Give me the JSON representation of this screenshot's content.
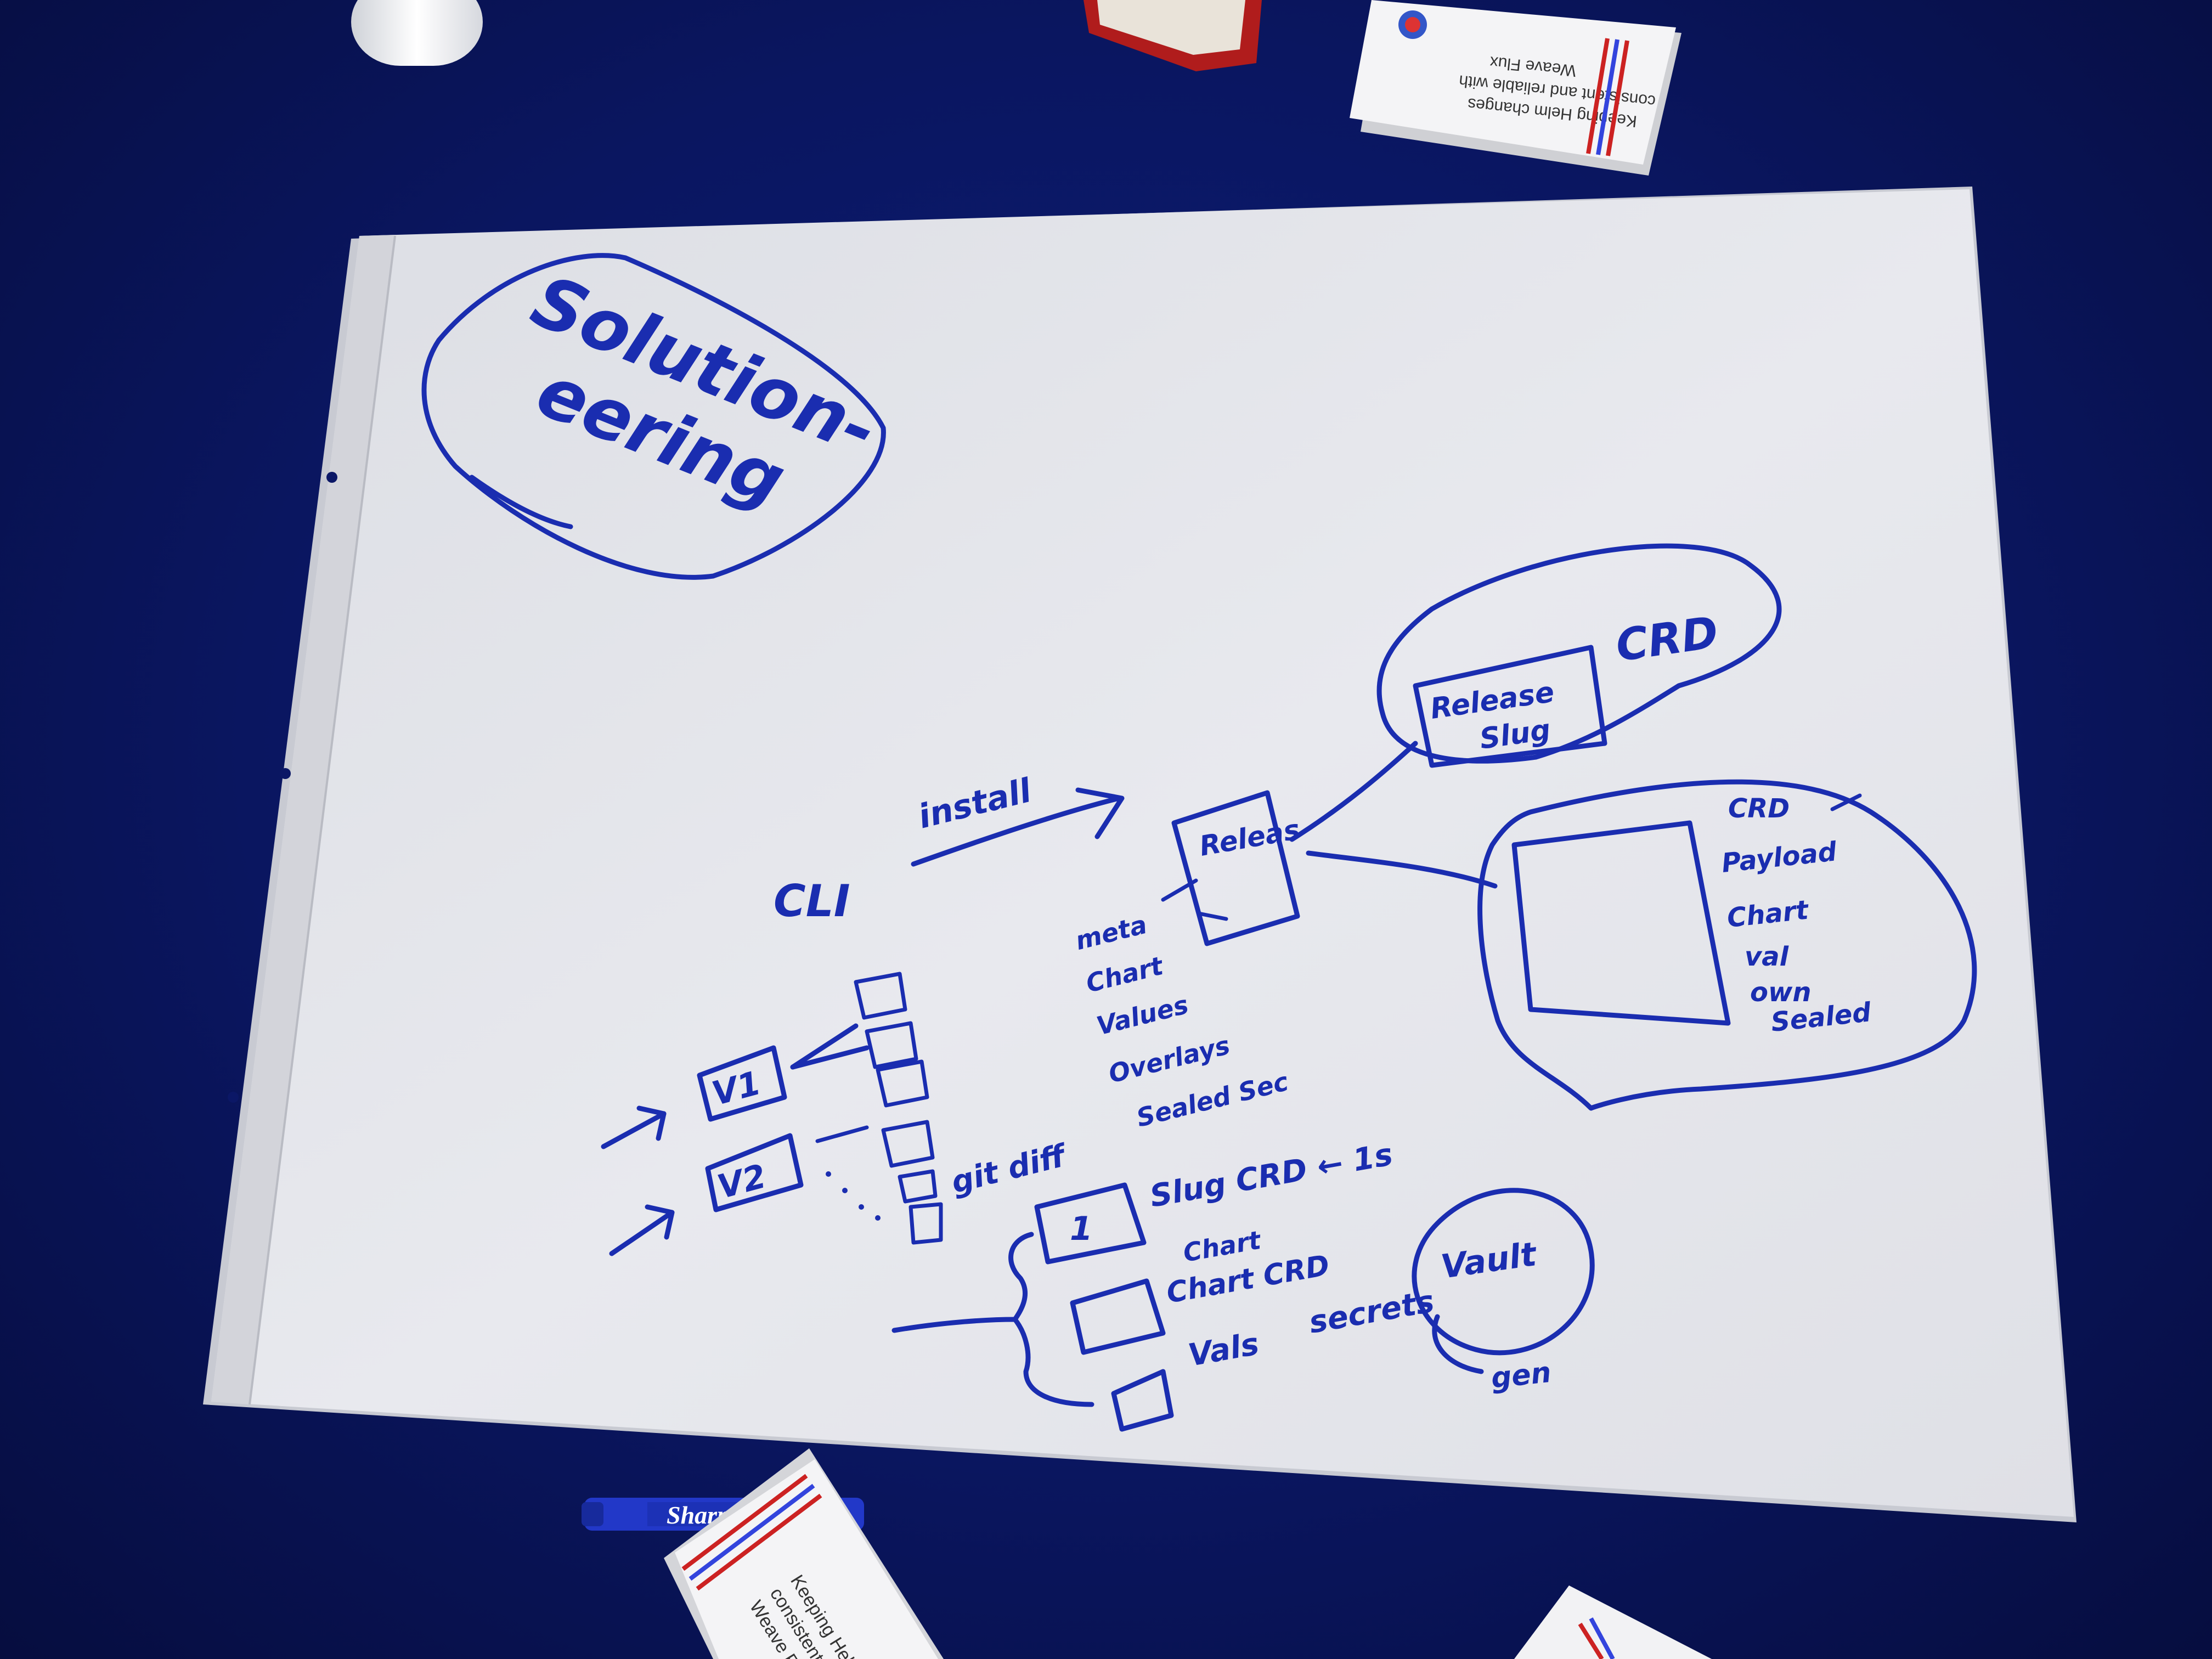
{
  "flipchart": {
    "title_line1": "Solution-",
    "title_line2": "eering",
    "cli_label": "CLI",
    "install_label": "install",
    "release_label": "Releas",
    "crd_label": "CRD",
    "release_slug_line1": "Release",
    "release_slug_line2": "Slug",
    "meta_list": [
      "meta",
      "Chart",
      "Values",
      "Overlays",
      "Sealed Sec"
    ],
    "right_list": [
      "CRD",
      "Payload",
      "Chart",
      "val",
      "own",
      "Sealed"
    ],
    "v1_label": "V1",
    "v2_label": "V2",
    "gitdiff_label": "git diff",
    "box1_label": "1",
    "slug_crd_label": "Slug CRD ← 1s",
    "chart_crd_line1": "Chart",
    "chart_crd_line2": "Chart CRD",
    "vals_label": "Vals",
    "secrets_label": "secrets",
    "vault_label": "Vault",
    "gen_label": "gen"
  },
  "cards": {
    "top_card_line1": "Keeping Helm changes",
    "top_card_line2": "consistent and reliable with",
    "top_card_line3": "Weave Flux",
    "bottom_card_line1": "Keeping Hel",
    "bottom_card_line2": "consistent",
    "bottom_card_line3": "Weave F"
  },
  "marker": {
    "brand": "Sharpie"
  },
  "colors": {
    "ink": "#1a2db0",
    "tablecloth": "#0a1660",
    "paper": "#e7e8ec"
  }
}
